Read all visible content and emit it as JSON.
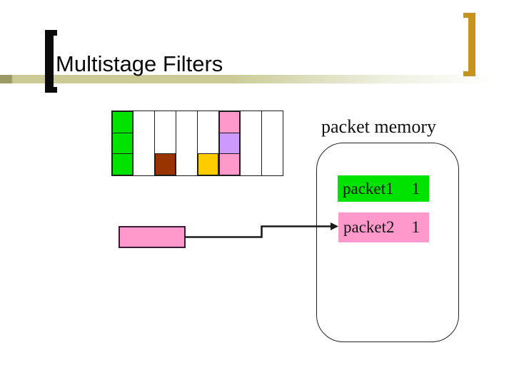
{
  "slide": {
    "title": "Multistage Filters",
    "background_color": "#ffffff"
  },
  "decorations": {
    "left_bracket_color": "#0b0b0b",
    "right_bracket_color": "#c6941e",
    "underline_color": "#cbcb98"
  },
  "counter_grid": {
    "columns": [
      [
        "green",
        "green",
        "green"
      ],
      [
        null,
        null,
        null
      ],
      [
        null,
        null,
        "brown"
      ],
      [
        null,
        null,
        null
      ],
      [
        null,
        null,
        "yellow"
      ],
      [
        "pink",
        "purple",
        "pink"
      ],
      [
        null,
        null,
        null
      ],
      [
        null,
        null,
        null
      ]
    ],
    "colors": {
      "green": "#00e300",
      "brown": "#993300",
      "yellow": "#ffcc00",
      "pink": "#ff99cc",
      "purple": "#cc99ff"
    }
  },
  "packet_memory": {
    "label": "packet memory",
    "entries": [
      {
        "name": "packet1",
        "count": "1",
        "color": "#00e300"
      },
      {
        "name": "packet2",
        "count": "1",
        "color": "#ff99cc"
      }
    ]
  },
  "flow": {
    "source_color": "#ff99cc",
    "arrow_color": "#1a1a1a"
  }
}
